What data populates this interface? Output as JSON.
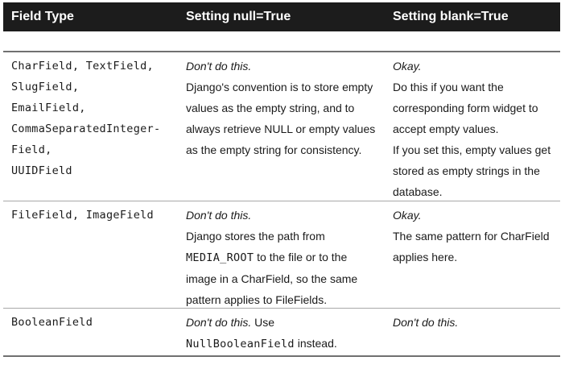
{
  "headers": {
    "field_type": "Field Type",
    "null_true": "Setting null=True",
    "blank_true": "Setting blank=True"
  },
  "rows": [
    {
      "field_lines": [
        "CharField, TextField,",
        "SlugField,",
        "EmailField,",
        "CommaSeparatedInteger-",
        "Field,",
        "UUIDField"
      ],
      "null_verdict": "Don't do this.",
      "null_lines": [
        "Django's convention is to store empty",
        "values as the empty string, and to",
        "always retrieve NULL or empty values",
        "as the empty string for consistency."
      ],
      "blank_verdict": "Okay.",
      "blank_lines": [
        "Do this if you want the",
        "corresponding form widget to",
        "accept empty values.",
        "If you set this, empty values get",
        "stored as empty strings in the",
        "database."
      ]
    },
    {
      "field_lines": [
        "FileField, ImageField"
      ],
      "null_verdict": "Don't do this.",
      "null_line1": "Django stores the path from",
      "null_line2_code": "MEDIA_ROOT",
      "null_line2_text": " to the file or to the",
      "null_line3": "image in a CharField, so the same",
      "null_line4": "pattern applies to FileFields.",
      "blank_verdict": "Okay.",
      "blank_lines": [
        "The same pattern for CharField",
        "applies here."
      ]
    },
    {
      "field_lines": [
        "BooleanField"
      ],
      "null_verdict": "Don't do this.",
      "null_use": " Use",
      "null_code": "NullBooleanField",
      "null_after": " instead.",
      "blank_verdict": "Don't do this."
    }
  ]
}
